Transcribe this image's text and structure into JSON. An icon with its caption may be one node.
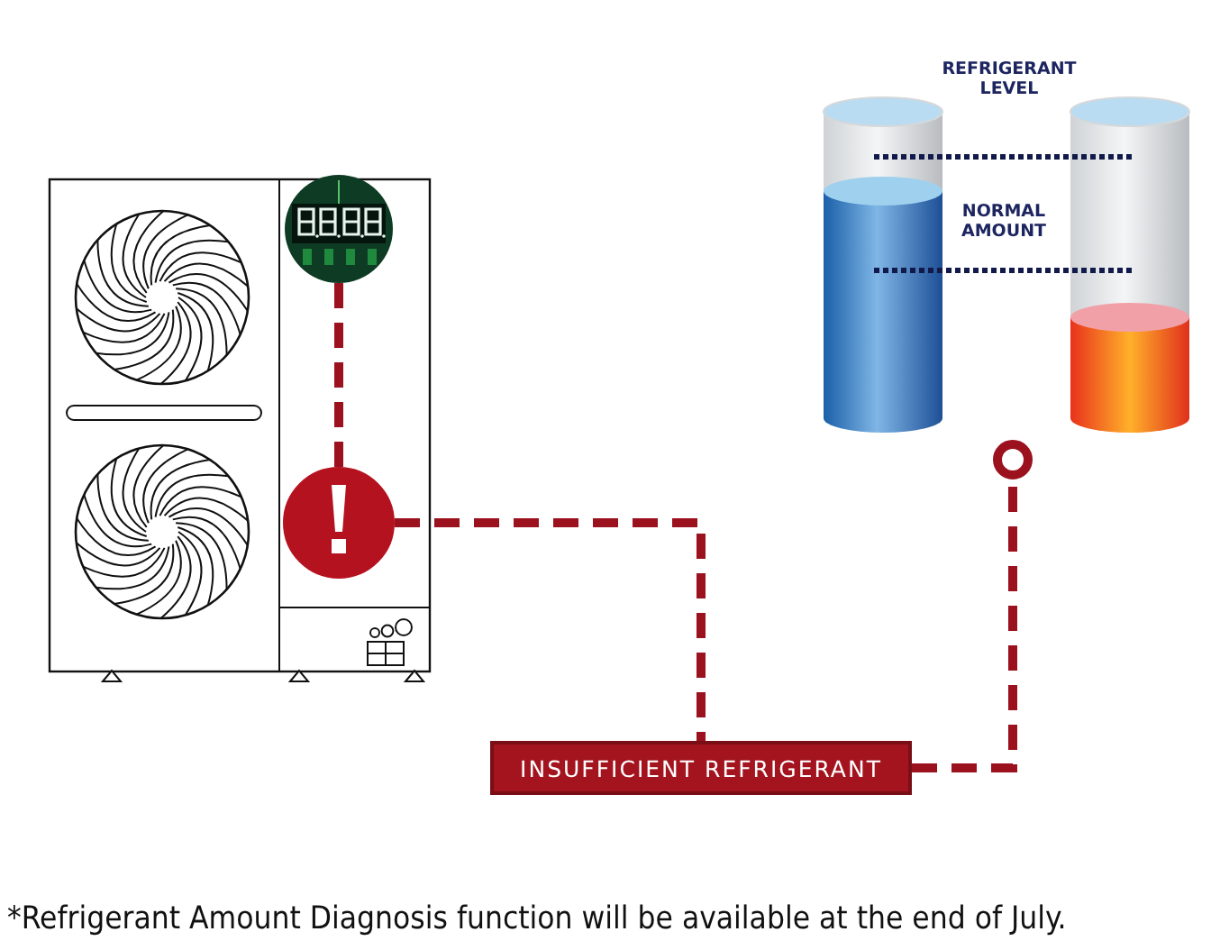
{
  "diagram": {
    "caption": "*Refrigerant Amount Diagnosis function will be available at the end of July.",
    "nodes": [
      {
        "text": [],
        "shape": "picture"
      },
      {
        "text": [],
        "shape": "picture",
        "in": 0
      },
      {
        "text": [],
        "shape": "circle",
        "in": 0
      },
      {
        "text": [
          "INSUFFICIENT REFRIGERANT"
        ]
      },
      {
        "text": [],
        "shape": "circle"
      }
    ],
    "edges": [
      {
        "from": 1,
        "to": 2,
        "arrow": "none",
        "style": "dashed",
        "color": "#9b111e"
      },
      {
        "from": 2,
        "to": 3,
        "arrow": "none",
        "style": "dashed",
        "color": "#9b111e"
      },
      {
        "from": 3,
        "to": 4,
        "arrow": "none",
        "style": "dashed",
        "color": "#9b111e"
      }
    ],
    "labels": [
      "REFRIGERANT LEVEL",
      "NORMAL AMOUNT"
    ]
  }
}
